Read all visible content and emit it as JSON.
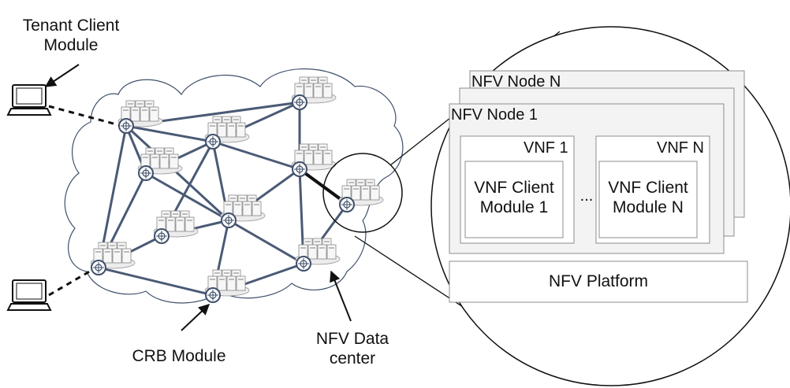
{
  "labels": {
    "tenant_client_line1": "Tenant Client",
    "tenant_client_line2": "Module",
    "crb_module": "CRB Module",
    "nfv_dc_line1": "NFV Data",
    "nfv_dc_line2": "center",
    "nfv_node_n": "NFV Node N",
    "nfv_node_1": "NFV Node 1",
    "vnf_1": "VNF 1",
    "vnf_n": "VNF N",
    "vnf_client_1_line1": "VNF Client",
    "vnf_client_1_line2": "Module 1",
    "vnf_client_n_line1": "VNF Client",
    "vnf_client_n_line2": "Module N",
    "ellipsis": "...",
    "nfv_platform": "NFV Platform"
  },
  "colors": {
    "link": "#4a5a75",
    "node_outline": "#3f4f6a",
    "cloud_fill": "#ffffff",
    "cloud_outline": "#3f4f6a",
    "box_fill": "#f3f3f3",
    "box_outline": "#8c8c8c"
  },
  "icons": {
    "laptop": "laptop-icon",
    "router": "router-icon",
    "server_rack": "server-rack-icon"
  }
}
